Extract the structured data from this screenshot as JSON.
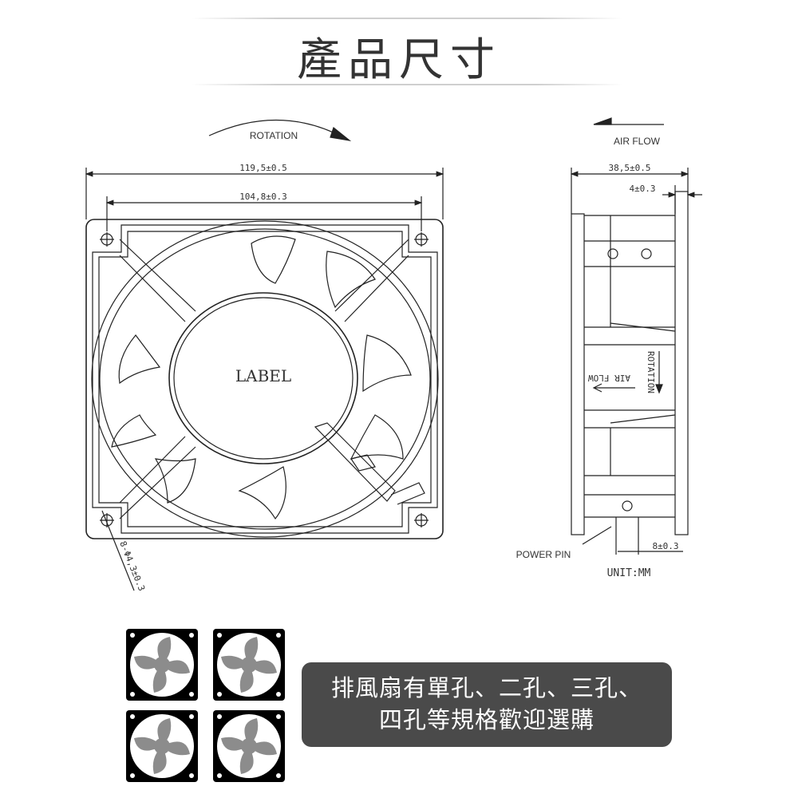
{
  "title": "產品尺寸",
  "front_view": {
    "rotation_label": "ROTATION",
    "dim_outer": "119,5±0.5",
    "dim_holes": "104,8±0.3",
    "center_label": "LABEL",
    "hole_dim": "8-Φ4,3±0.3"
  },
  "side_view": {
    "airflow_label": "AIR FLOW",
    "dim_depth": "38,5±0.5",
    "dim_flange": "4±0.3",
    "side_rotation": "ROTATION",
    "side_airflow": "AIR FLOW",
    "dim_pin": "8±0.3",
    "power_pin": "POWER PIN",
    "unit": "UNIT:MM"
  },
  "promo": {
    "line1": "排風扇有單孔、二孔、三孔、",
    "line2": "四孔等規格歡迎選購"
  },
  "icons": [
    "fan-icon",
    "fan-icon",
    "fan-icon",
    "fan-icon"
  ],
  "colors": {
    "line": "#222222",
    "promo_bg": "#4a4a4a",
    "icon_frame": "#000000",
    "icon_blade": "#8c8c8c"
  }
}
